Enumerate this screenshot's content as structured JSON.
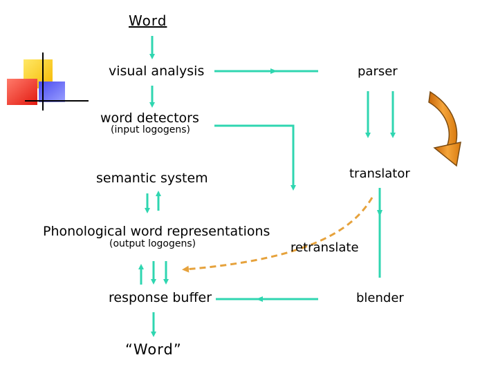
{
  "diagram": {
    "title": "Word",
    "output": "“Word”",
    "left_column": {
      "visual_analysis": "visual analysis",
      "word_detectors": "word detectors",
      "input_logogens": "(input logogens)",
      "semantic_system": "semantic system",
      "phonological": "Phonological word representations",
      "output_logogens": "(output logogens)",
      "response_buffer": "response buffer"
    },
    "right_column": {
      "parser": "parser",
      "translator": "translator",
      "retranslate": "retranslate",
      "blender": "blender"
    },
    "colors": {
      "arrow": "#2fd6b0",
      "dashed_arrow": "#e6a23c",
      "loop_arrow": "#e8921a",
      "deco_yellow": "#ffd21f",
      "deco_red": "#ff3b2f",
      "deco_blue": "#2a2ad6"
    }
  }
}
